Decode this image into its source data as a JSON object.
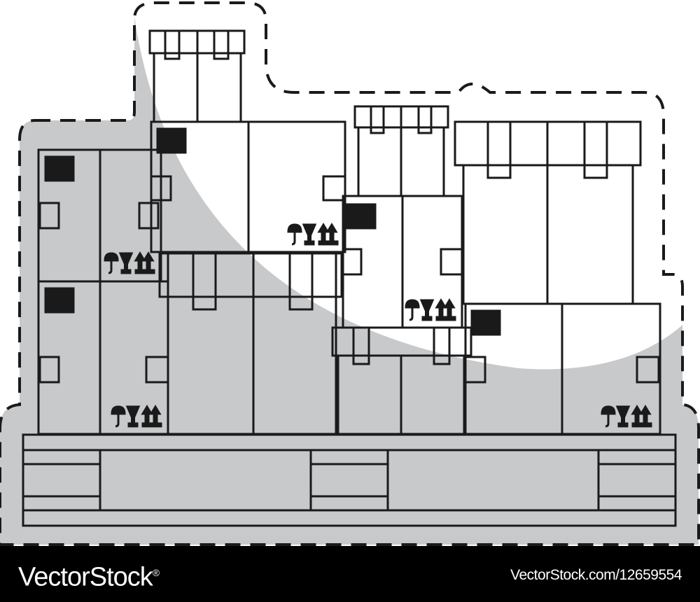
{
  "illustration": {
    "subject": "stacked cardboard boxes on a pallet",
    "style": "monochrome outline with dashed cut-line sticker border",
    "colors": {
      "outline": "#1a1a1a",
      "box_fill": "#ffffff",
      "shadow_fill": "#c8c9cb",
      "dash_stroke": "#1a1a1a",
      "label_fill": "#1a1a1a"
    },
    "icons": [
      "umbrella-icon",
      "glass-icon",
      "this-side-up-arrows-icon",
      "label-block-icon"
    ]
  },
  "watermark": {
    "brand": "VectorStock",
    "registered_mark": "®",
    "credit": "VectorStock.com/12659554",
    "bar_color": "#000000",
    "text_color": "#ffffff"
  }
}
